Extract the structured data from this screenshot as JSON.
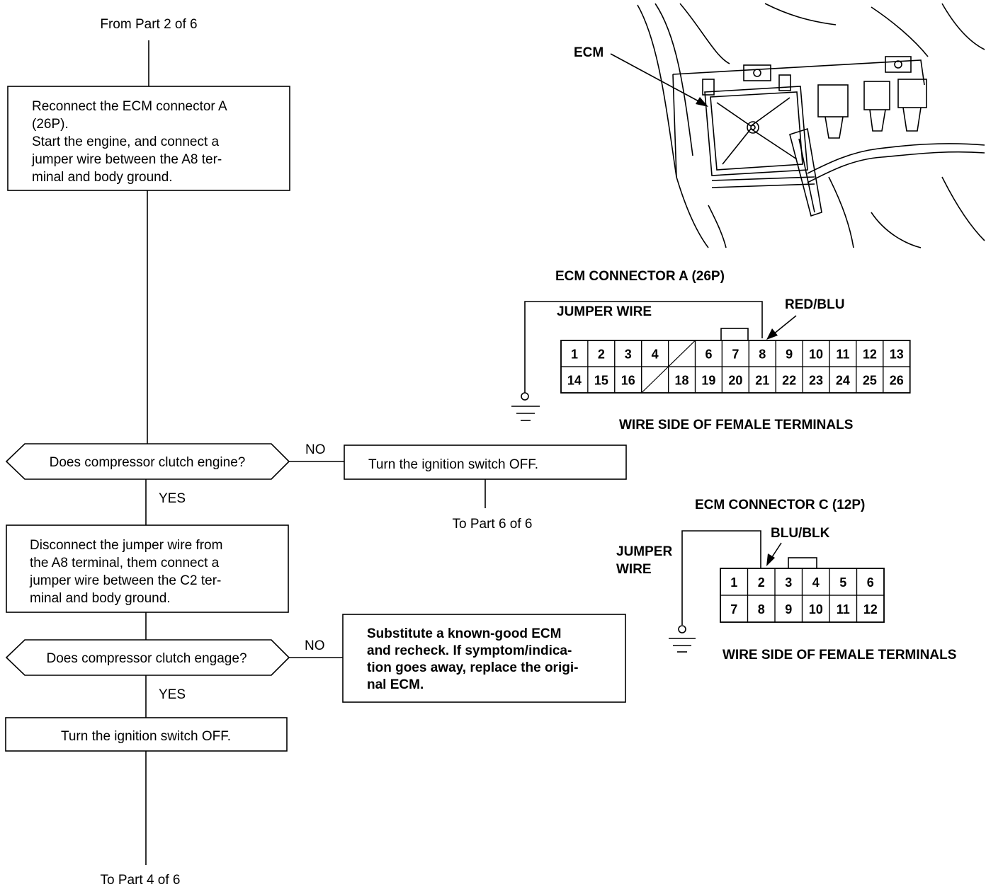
{
  "flow": {
    "from_part": "From Part 2 of 6",
    "box1": [
      "Reconnect the ECM connector A",
      "(26P).",
      "Start the engine, and connect a",
      "jumper wire between the A8 ter-",
      "minal and body ground."
    ],
    "decision1": "Does compressor clutch engine?",
    "no1_label": "NO",
    "no1_box": "Turn the ignition switch OFF.",
    "to_part_6": "To Part 6 of 6",
    "yes1_label": "YES",
    "box2": [
      "Disconnect the jumper wire from",
      "the A8 terminal, them connect a",
      "jumper wire between the C2 ter-",
      "minal and body ground."
    ],
    "decision2": "Does compressor clutch engage?",
    "no2_label": "NO",
    "no2_box": [
      "Substitute a known-good ECM",
      "and recheck. If symptom/indica-",
      "tion goes away, replace the origi-",
      "nal ECM."
    ],
    "yes2_label": "YES",
    "box3": "Turn the ignition switch OFF.",
    "to_part_4": "To Part 4 of 6"
  },
  "ecm_illustration": {
    "label": "ECM"
  },
  "connector_a": {
    "title": "ECM CONNECTOR A (26P)",
    "jumper_label": "JUMPER WIRE",
    "wire_color": "RED/BLU",
    "row1": [
      "1",
      "2",
      "3",
      "4",
      "",
      "6",
      "7",
      "8",
      "9",
      "10",
      "11",
      "12",
      "13"
    ],
    "row2": [
      "14",
      "15",
      "16",
      "",
      "18",
      "19",
      "20",
      "21",
      "22",
      "23",
      "24",
      "25",
      "26"
    ],
    "footer": "WIRE SIDE OF FEMALE TERMINALS"
  },
  "connector_c": {
    "title": "ECM CONNECTOR C (12P)",
    "jumper_label": [
      "JUMPER",
      "WIRE"
    ],
    "wire_color": "BLU/BLK",
    "row1": [
      "1",
      "2",
      "3",
      "4",
      "5",
      "6"
    ],
    "row2": [
      "7",
      "8",
      "9",
      "10",
      "11",
      "12"
    ],
    "footer": "WIRE SIDE OF FEMALE TERMINALS"
  },
  "icons": [
    "ground-icon",
    "arrow-icon",
    "ecm-unit-icon"
  ]
}
